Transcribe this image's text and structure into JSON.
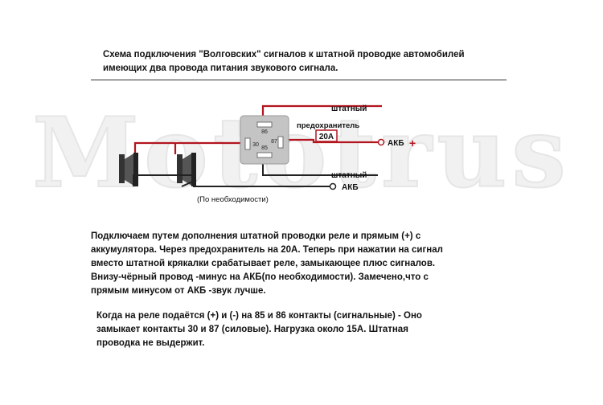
{
  "title": {
    "line1": "Схема подключения \"Волговских\" сигналов к штатной проводке автомобилей",
    "line2": "имеющих два провода питания звукового сигнала."
  },
  "watermark": "Mototrus",
  "diagram": {
    "label_shtatny_top": "штатный",
    "label_fuse": "предохранитель",
    "fuse_rating": "20А",
    "label_akb_plus": "АКБ",
    "plus_sign": "+",
    "label_shtatny_bottom": "штатный",
    "label_akb_minus": "АКБ",
    "label_optional": "(По необходимости)",
    "relay_pins": {
      "p86": "86",
      "p85": "85",
      "p30": "30",
      "p87": "87"
    }
  },
  "text1": [
    "Подключаем путем дополнения штатной проводки реле и прямым (+) с",
    "аккумулятора. Через предохранитель на 20А. Теперь при нажатии на сигнал",
    "вместо штатной крякалки срабатывает реле, замыкающее плюс сигналов.",
    "Внизу-чёрный провод -минус на АКБ(по необходимости). Замечено,что с",
    "прямым минусом от АКБ -звук лучше."
  ],
  "text2": [
    "Когда на реле подаётся (+) и (-) на 85 и 86 контакты (сигнальные) - Оно",
    "замыкает контакты 30 и 87 (силовые). Нагрузка около 15А. Штатная",
    "проводка не выдержит."
  ],
  "colors": {
    "wire_red": "#b3151f",
    "wire_black": "#222222",
    "relay": "#c4c4c4"
  }
}
